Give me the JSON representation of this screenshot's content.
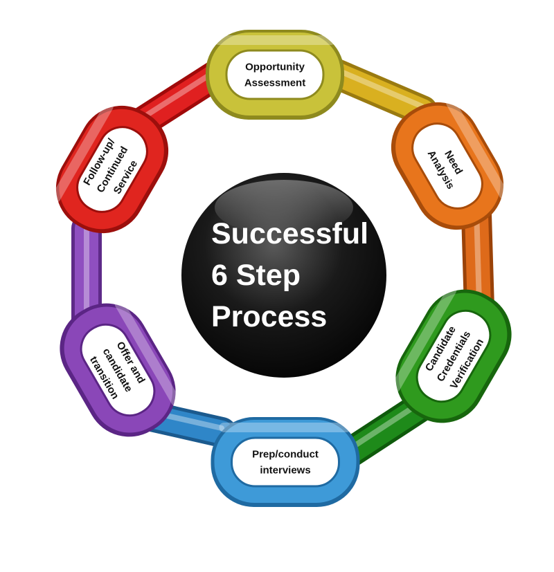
{
  "center": {
    "lines": [
      "Successful",
      "6 Step",
      "Process"
    ]
  },
  "steps": [
    {
      "id": "opportunity",
      "lines": [
        "Opportunity",
        "Assessment"
      ],
      "color": "#c9c23a",
      "dark": "#8e8a1e"
    },
    {
      "id": "need",
      "lines": [
        "Need",
        "Analysis"
      ],
      "color": "#e8751c",
      "dark": "#a84c0a"
    },
    {
      "id": "credentials",
      "lines": [
        "Candidate",
        "Credentials",
        "Verification"
      ],
      "color": "#2f9a1e",
      "dark": "#17660d"
    },
    {
      "id": "interviews",
      "lines": [
        "Prep/conduct",
        "interviews"
      ],
      "color": "#3e9ad8",
      "dark": "#1f6aa2"
    },
    {
      "id": "offer",
      "lines": [
        "Offer and",
        "candidate",
        "transition"
      ],
      "color": "#8a47b8",
      "dark": "#5b2585"
    },
    {
      "id": "followup",
      "lines": [
        "Follow-up/",
        "Continued",
        "Service"
      ],
      "color": "#e0251f",
      "dark": "#9c0f0c"
    }
  ],
  "connectors": [
    {
      "id": "opp-need",
      "color": "#d9b020",
      "dark": "#9a7a10"
    },
    {
      "id": "need-cred",
      "color": "#de6a1a",
      "dark": "#9a4208"
    },
    {
      "id": "cred-int",
      "color": "#1e8a1a",
      "dark": "#0f5a0c"
    },
    {
      "id": "int-offer",
      "color": "#2f86c8",
      "dark": "#1b5a8e"
    },
    {
      "id": "offer-follow",
      "color": "#8f4fc0",
      "dark": "#5e2a88"
    },
    {
      "id": "follow-opp",
      "color": "#e02020",
      "dark": "#a00a0a"
    }
  ]
}
